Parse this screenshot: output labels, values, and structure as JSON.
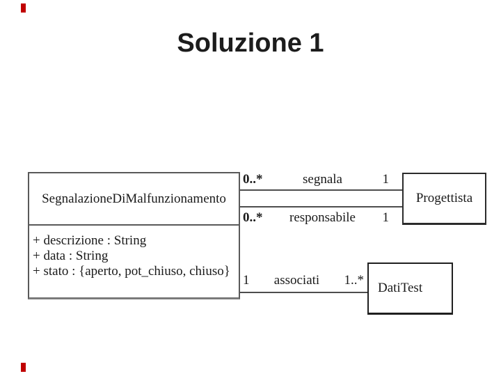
{
  "slide": {
    "title": "Soluzione 1",
    "accent_color": "#c00000"
  },
  "diagram": {
    "classes": [
      {
        "name": "SegnalazioneDiMalfunzionamento",
        "attributes": [
          "+ descrizione : String",
          "+ data : String",
          "+ stato : {aperto, pot_chiuso, chiuso}"
        ]
      },
      {
        "name": "Progettista",
        "attributes": []
      },
      {
        "name": "DatiTest",
        "attributes": []
      }
    ],
    "associations": [
      {
        "name": "segnala",
        "from_mult": "0..*",
        "to_mult": "1"
      },
      {
        "name": "responsabile",
        "from_mult": "0..*",
        "to_mult": "1"
      },
      {
        "name": "associati",
        "from_mult": "1",
        "to_mult": "1..*"
      }
    ]
  }
}
